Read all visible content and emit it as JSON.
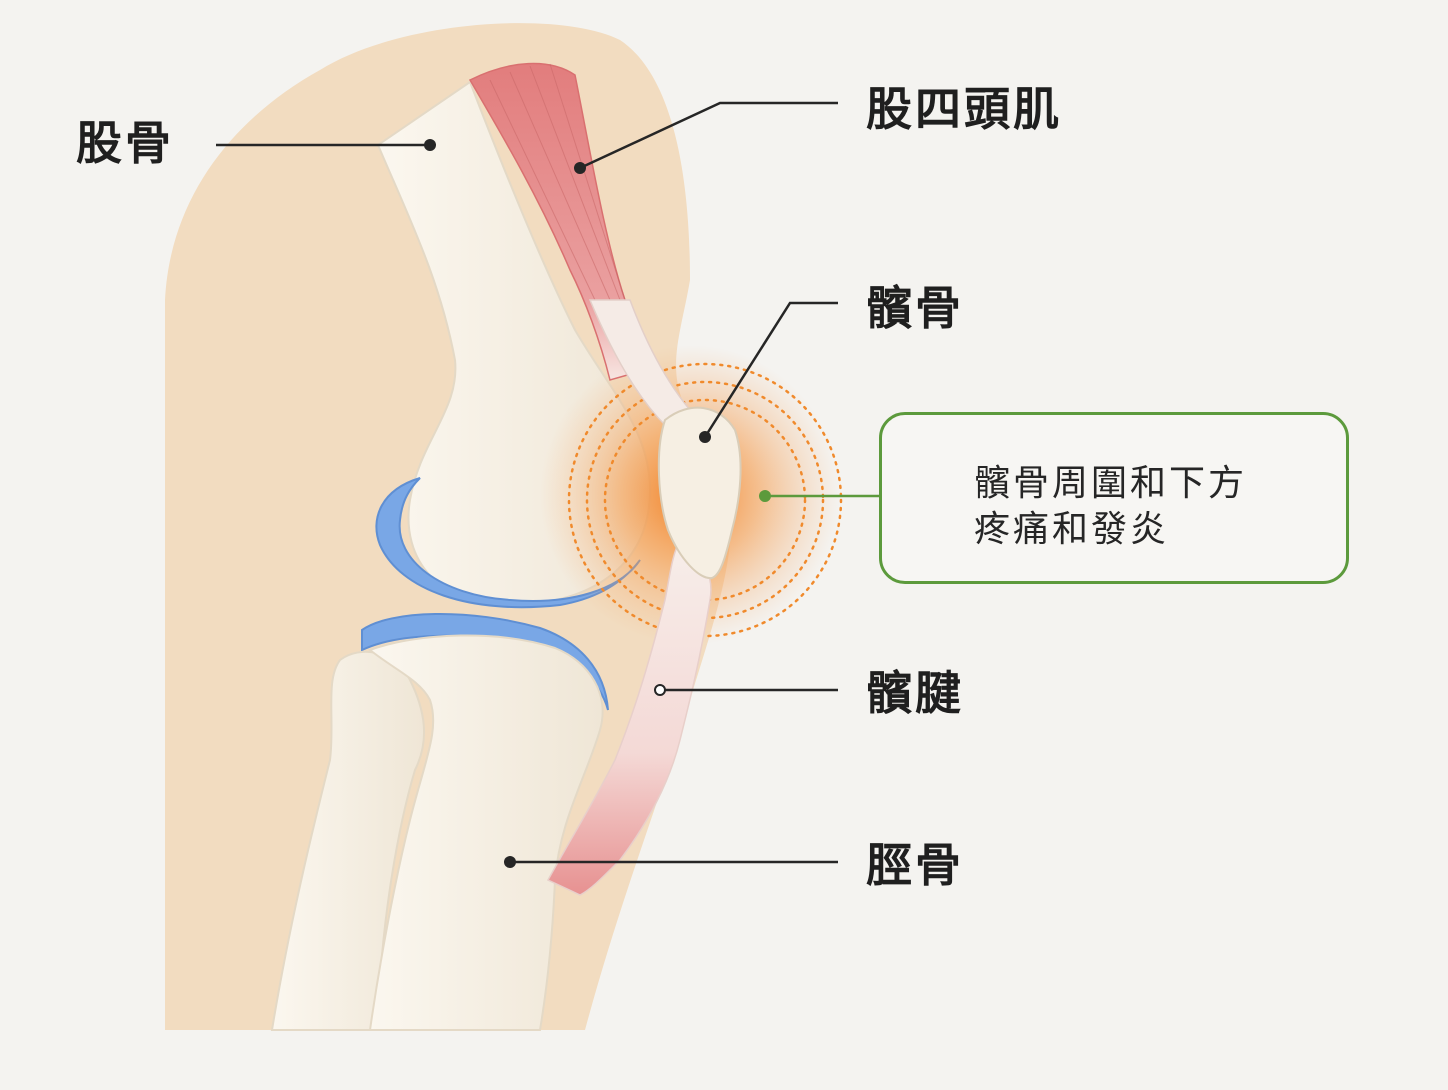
{
  "labels": {
    "femur": "股骨",
    "quadriceps": "股四頭肌",
    "patella": "髕骨",
    "patellar_tendon": "髕腱",
    "tibia": "脛骨"
  },
  "callout": {
    "line1": "髕骨周圍和下方",
    "line2": "疼痛和發炎"
  },
  "colors": {
    "background": "#f4f3f0",
    "skin": "#f2dcc0",
    "bone": "#f5eee2",
    "muscle": "#e58f8f",
    "cartilage": "#79a7e6",
    "inflammation": "#f08a2c",
    "callout_border": "#5c9a3c",
    "leader_line": "#262626"
  }
}
